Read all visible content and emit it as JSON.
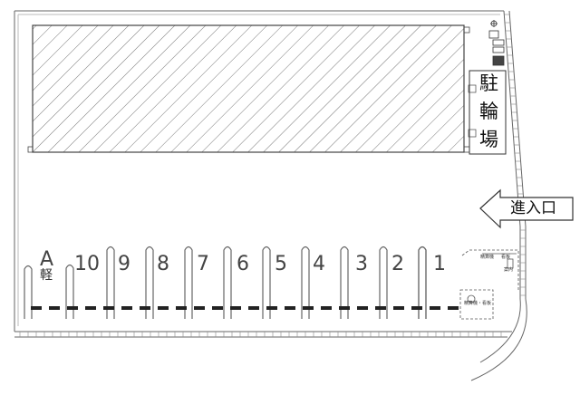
{
  "facility": {
    "bike_parking": [
      "駐",
      "輪",
      "場"
    ],
    "entrance": "進入口"
  },
  "slots": [
    {
      "label": "A"
    },
    {
      "label": "10"
    },
    {
      "label": "9"
    },
    {
      "label": "8"
    },
    {
      "label": "7"
    },
    {
      "label": "6"
    },
    {
      "label": "5"
    },
    {
      "label": "4"
    },
    {
      "label": "3"
    },
    {
      "label": "2"
    },
    {
      "label": "1"
    }
  ],
  "slot_a_note": "軽",
  "small_annotations": {
    "booth_a": "精算機",
    "booth_b": "看板",
    "booth_c": "案内",
    "booth_d": "精算機・看板"
  }
}
